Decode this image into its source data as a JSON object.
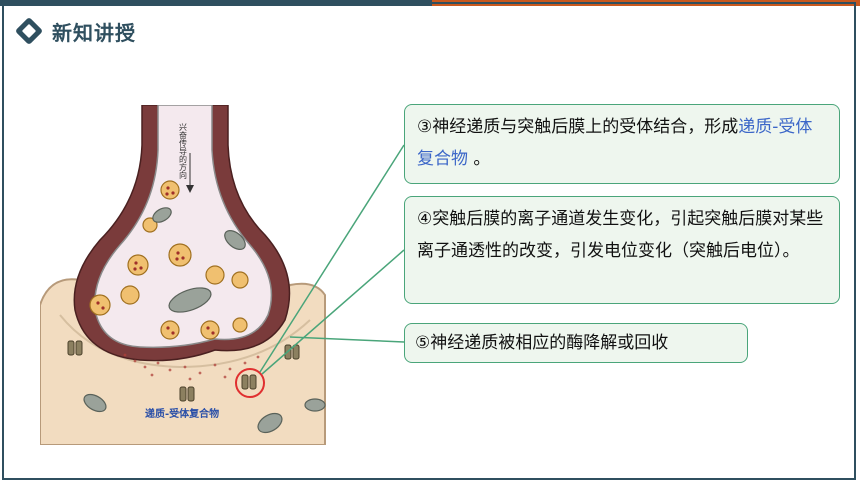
{
  "header": {
    "title": "新知讲授"
  },
  "diagram": {
    "arrow_label": "兴奋传导的方向",
    "complex_label": "递质-受体复合物"
  },
  "callouts": {
    "c3_part1": "③神经递质与突触后膜上的受体结合，形成",
    "c3_highlight": "递质-受体复合物",
    "c3_part2": "。",
    "c4_text": "④突触后膜的离子通道发生变化，引起突触后膜对某些离子通透性的改变，引发电位变化（突触后电位）。",
    "c5_text": "⑤神经递质被相应的酶降解或回收"
  },
  "colors": {
    "primary": "#2f4f5f",
    "accent": "#c8581e",
    "callout_border": "#4aa57a",
    "callout_bg": "#eef6ee",
    "highlight": "#3b66c8"
  }
}
